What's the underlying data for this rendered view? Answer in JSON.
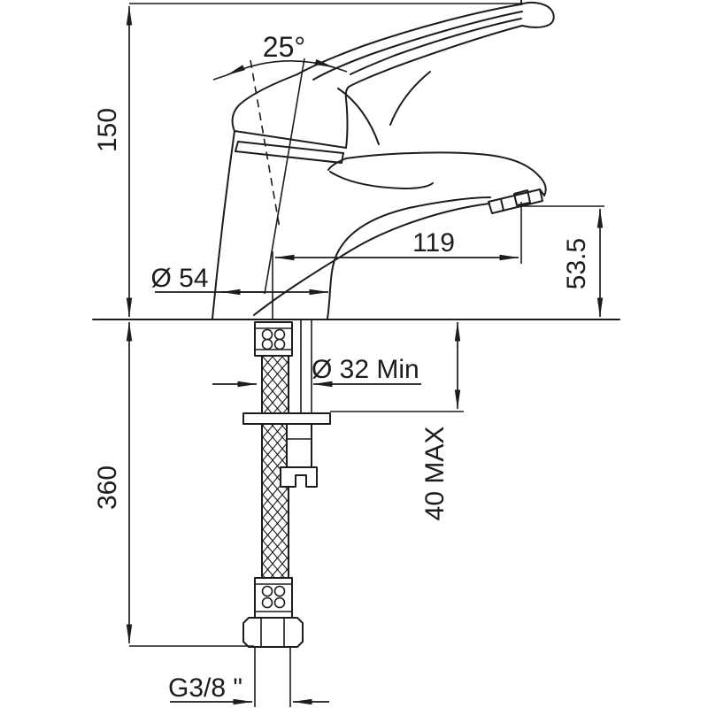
{
  "drawing_labels": {
    "angle": "25°",
    "height_above_deck": "150",
    "spout_reach": "119",
    "spout_outlet_height": "53.5",
    "base_diameter": "Ø 54",
    "min_hole_diameter": "Ø 32  Min",
    "max_deck_thickness": "40 MAX",
    "below_deck_length": "360",
    "supply_thread": "G3/8 \""
  },
  "colors": {
    "line": "#1c1c1c",
    "background": "#ffffff"
  }
}
